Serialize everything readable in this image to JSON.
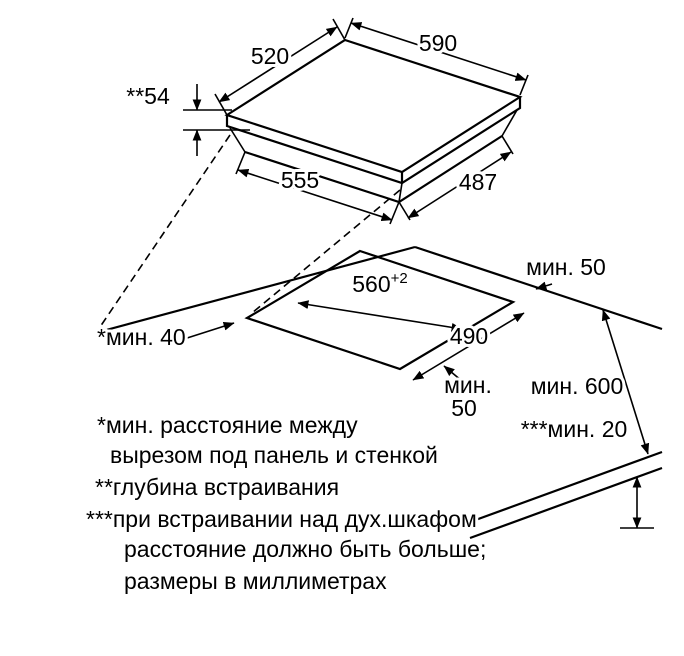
{
  "colors": {
    "line": "#000000",
    "background": "#ffffff",
    "text": "#000000"
  },
  "cooktop": {
    "d590": "590",
    "d520": "520",
    "d54": "**54",
    "d555": "555",
    "d487": "487"
  },
  "worktop": {
    "d560": "560",
    "d560_sup": "+2",
    "d490": "490",
    "min50_back": "мин. 50",
    "min40": "*мин. 40",
    "min50_front_1": "мин.",
    "min50_front_2": "50",
    "min600": "мин. 600",
    "min20": "***мин. 20"
  },
  "footnotes": {
    "l1": "*мин. расстояние между",
    "l2": "вырезом под панель и стенкой",
    "l3": "**глубина встраивания",
    "l4": "***при встраивании над дух.шкафом",
    "l5": "расстояние должно быть больше;",
    "l6": "размеры в миллиметрах"
  }
}
